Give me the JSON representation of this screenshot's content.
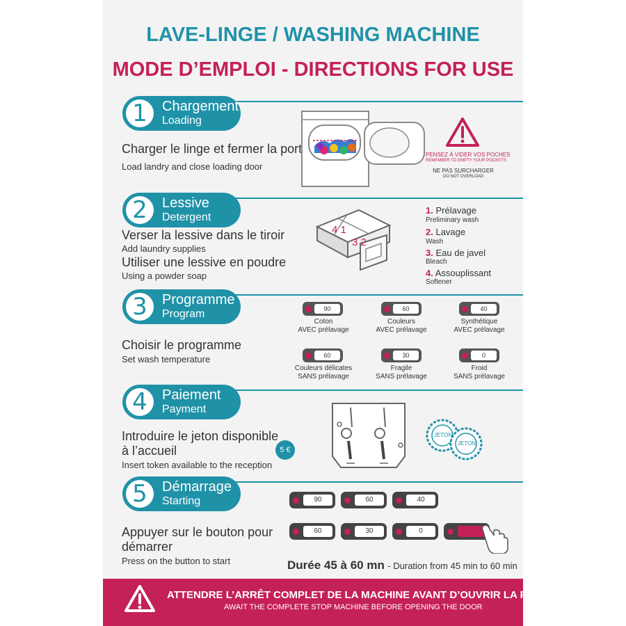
{
  "header": {
    "title": "LAVE-LINGE / WASHING MACHINE",
    "subtitle": "MODE D’EMPLOI - DIRECTIONS FOR USE"
  },
  "colors": {
    "accent": "#1f92a8",
    "brand": "#c42156",
    "background": "#f3f3f3"
  },
  "steps": [
    {
      "number": "1",
      "fr": "Chargement",
      "en": "Loading",
      "line_fr": "Charger le linge et fermer la porte",
      "line_en": "Load landry and close loading door"
    },
    {
      "number": "2",
      "fr": "Lessive",
      "en": "Detergent",
      "line_fr": "Verser la lessive dans le tiroir",
      "line_en": "Add laundry supplies",
      "line2_fr": "Utiliser une lessive en poudre",
      "line2_en": "Using a powder soap"
    },
    {
      "number": "3",
      "fr": "Programme",
      "en": "Program",
      "line_fr": "Choisir le programme",
      "line_en": "Set wash temperature"
    },
    {
      "number": "4",
      "fr": "Paiement",
      "en": "Payment",
      "line_fr": "Introduire le jeton disponible",
      "line_fr_2": "à l’accueil",
      "line_en": "Insert token available to the reception"
    },
    {
      "number": "5",
      "fr": "Démarrage",
      "en": "Starting",
      "line_fr": "Appuyer sur le bouton pour",
      "line_fr_2": "démarrer",
      "line_en": "Press on the button to start"
    }
  ],
  "warning_loading": {
    "empty_pockets_fr": "PENSEZ À VIDER VOS POCHES",
    "empty_pockets_en": "REMEMBER TO EMPTY YOUR POCKETS",
    "no_overload_fr": "NE PAS SURCHARGER",
    "no_overload_en": "DO NOT OVERLOAD"
  },
  "drawer_labels": {
    "left": "4 1",
    "right": "3 2"
  },
  "compartments": [
    {
      "n": "1.",
      "fr": "Prélavage",
      "en": "Preliminary wash"
    },
    {
      "n": "2.",
      "fr": "Lavage",
      "en": "Wash"
    },
    {
      "n": "3.",
      "fr": "Eau de javel",
      "en": "Bleach"
    },
    {
      "n": "4.",
      "fr": "Assouplissant",
      "en": "Softener"
    }
  ],
  "programs": [
    {
      "temp": "90",
      "name": "Coton",
      "option": "AVEC prélavage"
    },
    {
      "temp": "60",
      "name": "Couleurs",
      "option": "AVEC prélavage"
    },
    {
      "temp": "40",
      "name": "Synthétique",
      "option": "AVEC prélavage"
    },
    {
      "temp": "60",
      "name": "Couleurs délicates",
      "option": "SANS prélavage"
    },
    {
      "temp": "30",
      "name": "Fragile",
      "option": "SANS prélavage"
    },
    {
      "temp": "0",
      "name": "Froid",
      "option": "SANS prélavage"
    }
  ],
  "payment": {
    "price": "5 €",
    "token_label": "JETON"
  },
  "start_buttons": [
    "90",
    "60",
    "40",
    "60",
    "30",
    "0"
  ],
  "duration": {
    "fr": "Durée 45 à 60 mn",
    "en": "- Duration from 45 min to 60 min"
  },
  "footer": {
    "fr": "ATTENDRE L’ARRÊT COMPLET DE LA MACHINE AVANT D’OUVRIR LA PORTE",
    "en": "AWAIT THE COMPLETE STOP MACHINE BEFORE OPENING THE DOOR"
  }
}
